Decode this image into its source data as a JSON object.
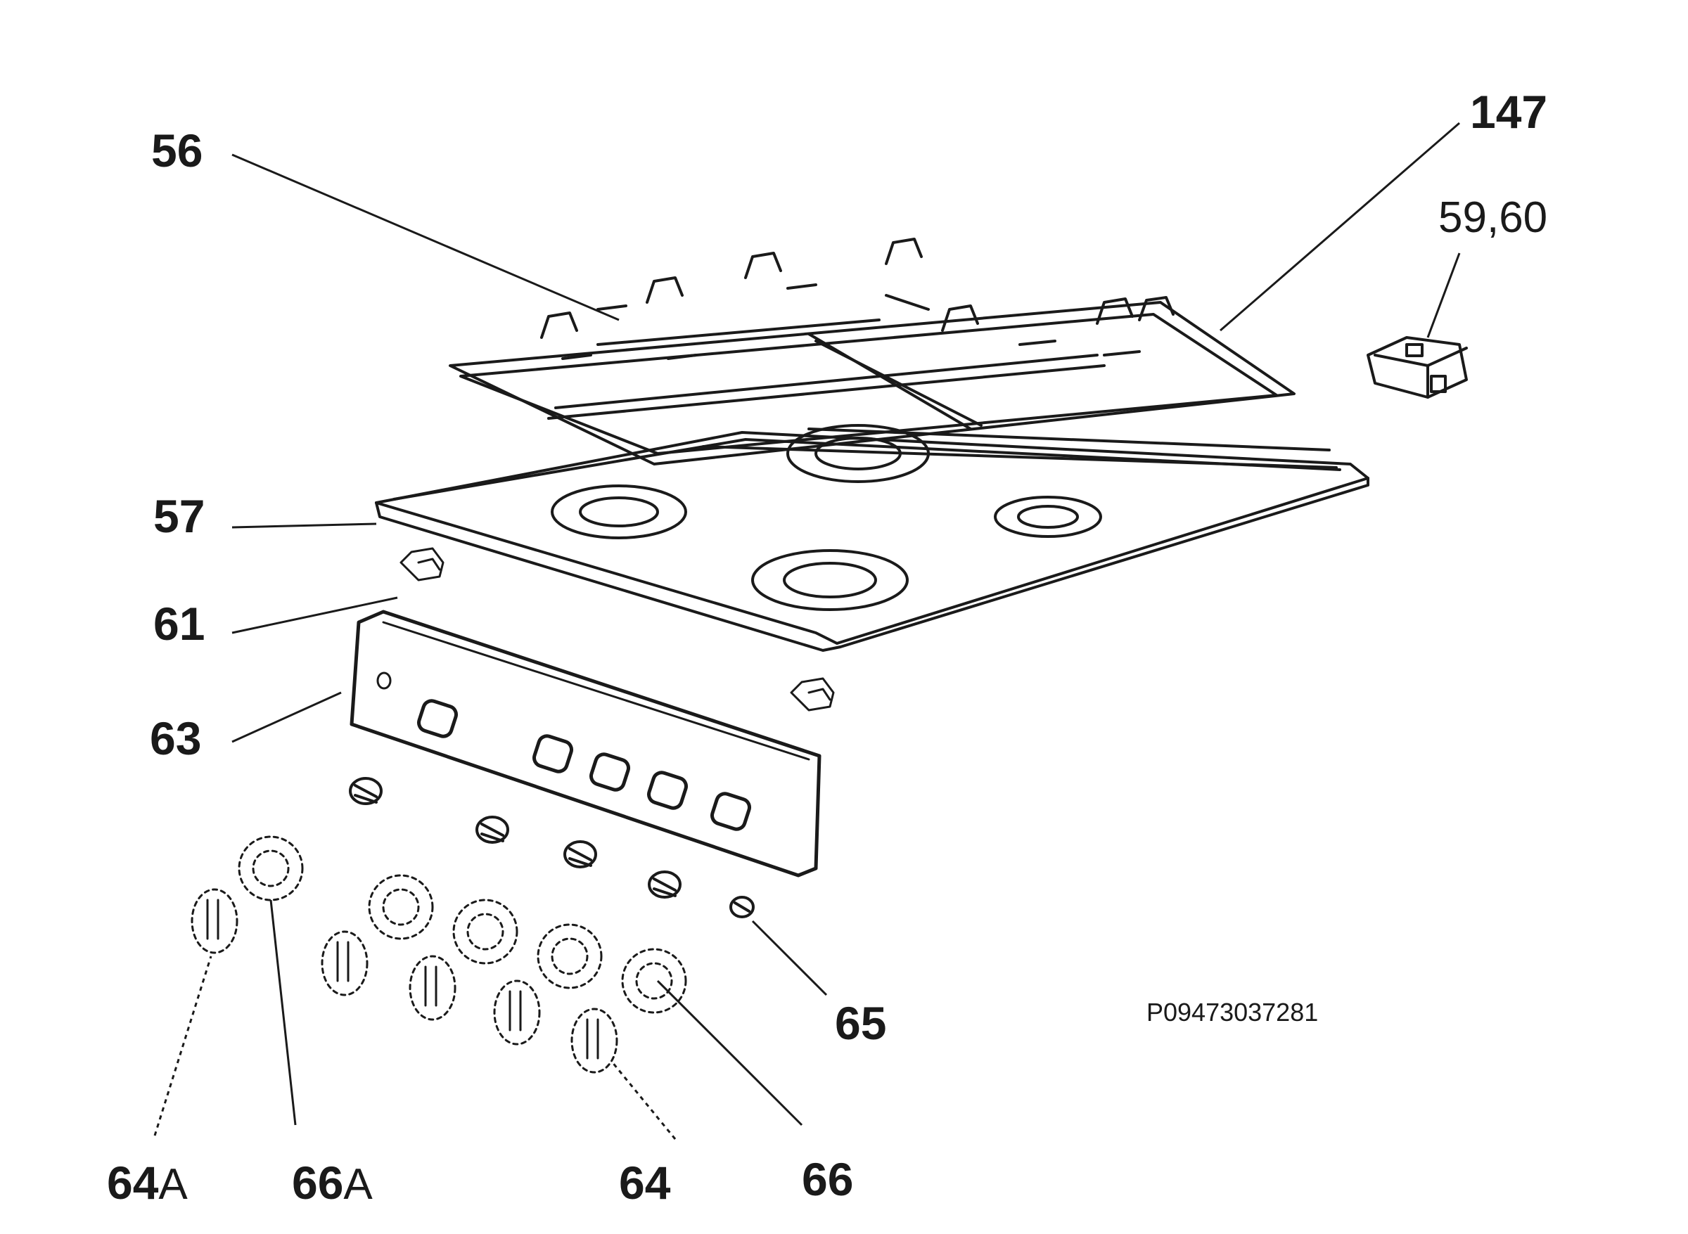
{
  "labels": {
    "l56": "56",
    "l147": "147",
    "l5960": "59,60",
    "l57": "57",
    "l61": "61",
    "l63": "63",
    "l65": "65",
    "l64a_num": "64",
    "l64a_suffix": "A",
    "l66a_num": "66",
    "l66a_suffix": "A",
    "l64": "64",
    "l66": "66"
  },
  "drawing_code": "P09473037281"
}
